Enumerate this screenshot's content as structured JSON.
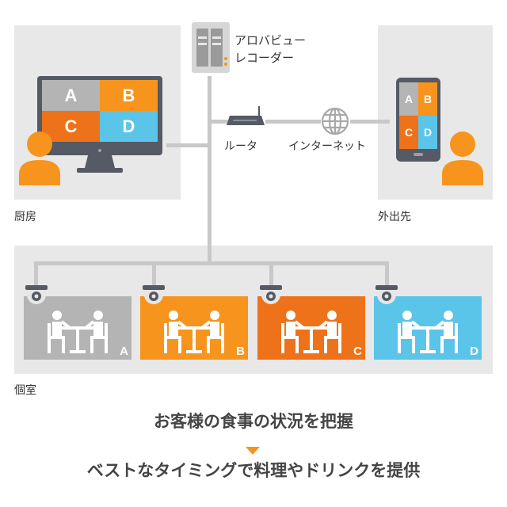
{
  "recorder": {
    "line1": "アロバビュー",
    "line2": "レコーダー"
  },
  "router": {
    "label": "ルータ"
  },
  "internet": {
    "label": "インターネット"
  },
  "kitchen": {
    "label": "厨房",
    "tiles": [
      {
        "letter": "A",
        "color": "#b4b4b4"
      },
      {
        "letter": "B",
        "color": "#f7941d"
      },
      {
        "letter": "C",
        "color": "#ee7219"
      },
      {
        "letter": "D",
        "color": "#5bc4e9"
      }
    ]
  },
  "remote": {
    "label": "外出先",
    "tiles": [
      {
        "letter": "A",
        "color": "#b4b4b4"
      },
      {
        "letter": "B",
        "color": "#f7941d"
      },
      {
        "letter": "C",
        "color": "#ee7219"
      },
      {
        "letter": "D",
        "color": "#5bc4e9"
      }
    ]
  },
  "private_rooms": {
    "label": "個室",
    "rooms": [
      {
        "letter": "A",
        "color": "#b4b4b4"
      },
      {
        "letter": "B",
        "color": "#f7941d"
      },
      {
        "letter": "C",
        "color": "#ee7219"
      },
      {
        "letter": "D",
        "color": "#5bc4e9"
      }
    ]
  },
  "colors": {
    "person": "#f7941d",
    "device": "#555a64",
    "line": "#c8c8c8",
    "arrow": "#f7941d"
  },
  "caption": {
    "line1": "お客様の食事の状況を把握",
    "line2": "ベストなタイミングで料理やドリンクを提供"
  }
}
